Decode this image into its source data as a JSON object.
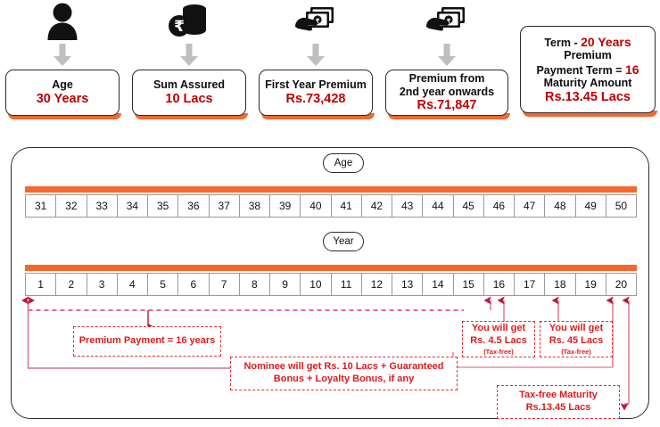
{
  "top_cards": [
    {
      "icon": "person-icon",
      "label": "Age",
      "value": "30 Years"
    },
    {
      "icon": "rupee-coins-icon",
      "label": "Sum Assured",
      "value": "10 Lacs"
    },
    {
      "icon": "cash-hand-icon",
      "label": "First Year Premium",
      "value": "Rs.73,428"
    },
    {
      "icon": "cash-hand-icon",
      "label": "Premium from\n2nd year onwards",
      "value": "Rs.71,847"
    }
  ],
  "top_card_3_line1": "First Year Premium",
  "top_card_4_line1": "Premium from",
  "top_card_4_line2": "2nd year onwards",
  "summary_card": {
    "icon": "none",
    "term_label": "Term  - ",
    "term_value": "20 Years",
    "premium_label": "Premium",
    "ppt_label": "Payment Term = ",
    "ppt_value": "16",
    "maturity_label": "Maturity Amount",
    "maturity_value": "Rs.13.45 Lacs"
  },
  "timeline": {
    "age_pill": "Age",
    "year_pill": "Year",
    "ages": [
      31,
      32,
      33,
      34,
      35,
      36,
      37,
      38,
      39,
      40,
      41,
      42,
      43,
      44,
      45,
      46,
      47,
      48,
      49,
      50
    ],
    "years": [
      1,
      2,
      3,
      4,
      5,
      6,
      7,
      8,
      9,
      10,
      11,
      12,
      13,
      14,
      15,
      16,
      17,
      18,
      19,
      20
    ]
  },
  "callouts": {
    "premium_payment": "Premium Payment = 16 years",
    "nominee_line1": "Nominee will get Rs. 10 Lacs + Guaranteed",
    "nominee_line2": "Bonus + Loyalty Bonus, if any",
    "payout_16_line1": "You will get",
    "payout_16_line2": "Rs. 4.5 Lacs",
    "payout_16_note": "(Tax-free)",
    "payout_18_line1": "You will get",
    "payout_18_line2": "Rs. 45 Lacs",
    "payout_18_note": "(Tax-free)",
    "maturity_line1": "Tax-free Maturity",
    "maturity_line2": "Rs.13.45 Lacs"
  },
  "colors": {
    "orange": "#f4682e",
    "red_text": "#c00000",
    "red_dash": "#e03030",
    "dark": "#2b2b2b"
  }
}
